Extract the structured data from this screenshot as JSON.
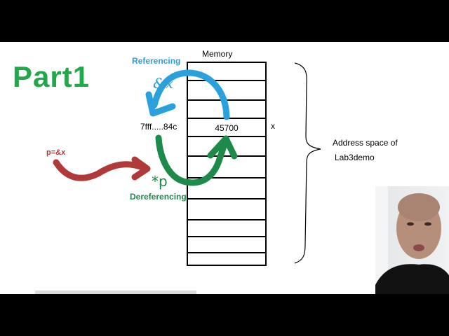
{
  "slide": {
    "title": "Part1",
    "memory_label": "Memory",
    "referencing_label": "Referencing",
    "referencing_annotation": "&x",
    "dereferencing_label": "Dereferencing",
    "dereferencing_annotation": "*p",
    "pointer_assignment": "p=&x",
    "address_value": "7fff.....84c",
    "variable_name": "x",
    "memory_cells": [
      "",
      "",
      "",
      "45700",
      "",
      "",
      "",
      "",
      "",
      "",
      ""
    ],
    "highlighted_cell_value": "45700",
    "address_space_line1": "Address space of",
    "address_space_line2": "Lab3demo"
  },
  "colors": {
    "title_green": "#21a84a",
    "referencing_blue": "#2aa0dc",
    "dereferencing_green": "#1e8a4a",
    "pointer_red": "#b03a3a",
    "letterbox": "#000000",
    "slide_bg": "#ffffff"
  },
  "webcam": {
    "description": "presenter-video-overlay"
  }
}
